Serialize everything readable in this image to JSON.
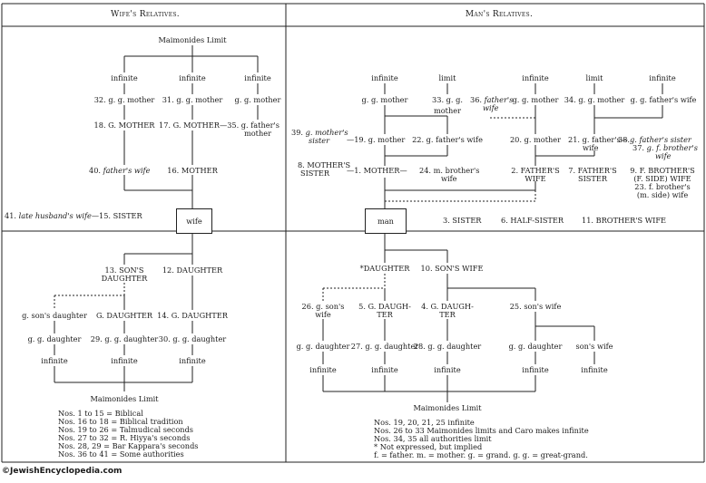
{
  "headers": {
    "wife": "Wife's Relatives.",
    "man": "Man's Relatives."
  },
  "wife_upper": {
    "maimonides": "Maimonides Limit",
    "inf1": "infinite",
    "inf2": "infinite",
    "inf3": "infinite",
    "n32": "32. g. g. mother",
    "n31": "31. g. g. mother",
    "gg3": "g. g. mother",
    "n18": "18. G. MOTHER",
    "n17": "17. G. MOTHER",
    "n35a": "—35. g. father's",
    "n35b": "mother",
    "n40num": "40.",
    "n40": "father's wife",
    "n16": "16. MOTHER",
    "n41num": "41.",
    "n41": "late husband's wife",
    "n15": "—15. SISTER",
    "wife_box": "wife"
  },
  "wife_lower": {
    "n13a": "13. SON'S",
    "n13b": "DAUGHTER",
    "n12": "12. DAUGHTER",
    "sons_daughter": "g. son's daughter",
    "g_daughter": "G. DAUGHTER",
    "n14": "14. G. DAUGHTER",
    "gg1": "g. g. daughter",
    "n29": "29. g. g. daughter",
    "n30": "30. g. g. daughter",
    "inf1": "infinite",
    "inf2": "infinite",
    "inf3": "infinite",
    "maimonides": "Maimonides Limit",
    "legend": [
      "Nos. 1  to 15 = Biblical",
      "Nos. 16 to 18 = Biblical tradition",
      "Nos. 19 to 26 = Talmudical seconds",
      "Nos. 27 to 32 = R. Hiyya's seconds",
      "Nos. 28, 29   = Bar Kappara's seconds",
      "Nos. 36 to 41 = Some authorities"
    ]
  },
  "man_upper": {
    "inf_a": "infinite",
    "limit_b": "limit",
    "inf_c": "infinite",
    "limit_d": "limit",
    "inf_e": "infinite",
    "gg_a": "g. g. mother",
    "n33a": "33. g. g.",
    "n33b": "mother",
    "n36num": "36.",
    "n36a": "father's",
    "n36b": "wife",
    "gg_c": "g. g. mother",
    "n34": "34. g. g. mother",
    "ggfw": "g. g. father's wife",
    "n39num": "39.",
    "n39a": "g. mother's",
    "n39b": "sister",
    "n19": "—19. g. mother",
    "n22": "22. g. father's wife",
    "n20": "20. g. mother",
    "n21a": "21. g. father's—",
    "n21b": "wife",
    "n38num": "38.",
    "n38": "g. father's sister",
    "n37num": "37.",
    "n37a": "g. f. brother's",
    "n37b": "wife",
    "n8a": "8. MOTHER'S",
    "n8b": "SISTER",
    "n1": "—1. MOTHER—",
    "n24a": "24. m. brother's",
    "n24b": "wife",
    "n2a": "2. FATHER'S",
    "n2b": "WIFE",
    "n7a": "7. FATHER'S",
    "n7b": "SISTER",
    "n9a": "9. F. BROTHER'S",
    "n9b": "(F. SIDE) WIFE",
    "n23a": "23. f. brother's",
    "n23b": "(m. side) wife",
    "man_box": "man",
    "n3": "3. SISTER",
    "n6": "6. HALF-SISTER",
    "n11": "11. BROTHER'S WIFE"
  },
  "man_lower": {
    "daughter": "*DAUGHTER",
    "n10": "10. SON'S WIFE",
    "n26a": "26. g. son's",
    "n26b": "wife",
    "n5a": "5. G. DAUGH-",
    "n5b": "TER",
    "n4a": "4. G. DAUGH-",
    "n4b": "TER",
    "n25": "25. son's wife",
    "gg1": "g. g. daughter",
    "n27": "27. g. g. daughter",
    "n28": "28. g. g. daughter",
    "gg4": "g. g. daughter",
    "sons_wife": "son's wife",
    "inf1": "infinite",
    "inf2": "infinite",
    "inf3": "infinite",
    "inf4": "infinite",
    "inf5": "infinite",
    "maimonides": "Maimonides Limit",
    "legend": [
      "Nos. 19, 20, 21, 25 infinite",
      "Nos. 26 to 33 Maimonides limits and Caro makes infinite",
      "Nos. 34, 35 all authorities limit",
      "* Not expressed, but implied",
      "f. = father.   m. = mother.   g. = grand.   g. g. = great-grand."
    ]
  },
  "footer": "©JewishEncyclopedia.com"
}
